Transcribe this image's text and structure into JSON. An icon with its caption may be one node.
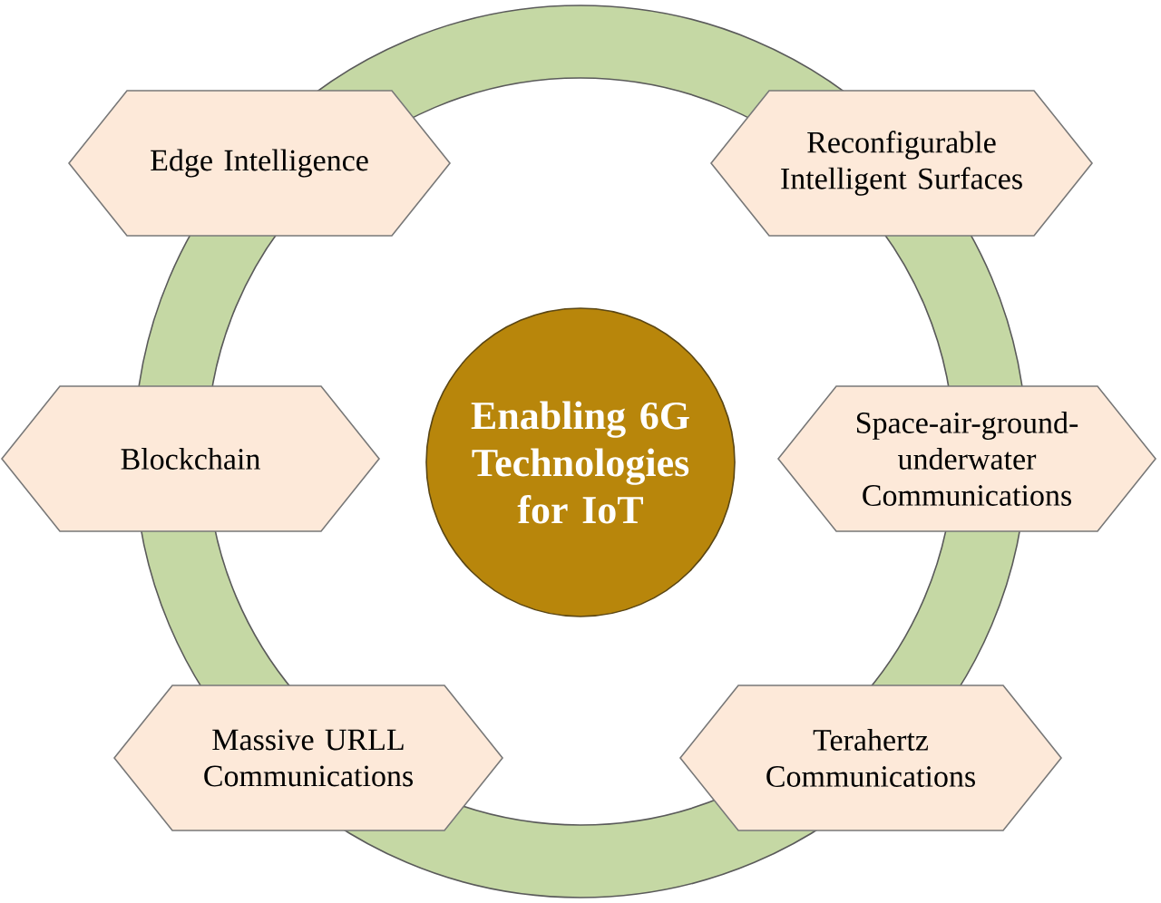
{
  "diagram": {
    "nodes": [
      {
        "text": [
          "Edge Intelligence"
        ]
      },
      {
        "text": [
          "Reconfigurable Intelligent Surfaces"
        ]
      },
      {
        "text": [
          "Enabling 6G Technologies for IoT"
        ]
      },
      {
        "text": [
          "Blockchain"
        ]
      },
      {
        "text": [
          "Space-air-ground-underwater Communications"
        ]
      },
      {
        "text": [
          "Massive URLL Communications"
        ]
      },
      {
        "text": [
          "Terahertz Communications"
        ]
      }
    ]
  }
}
